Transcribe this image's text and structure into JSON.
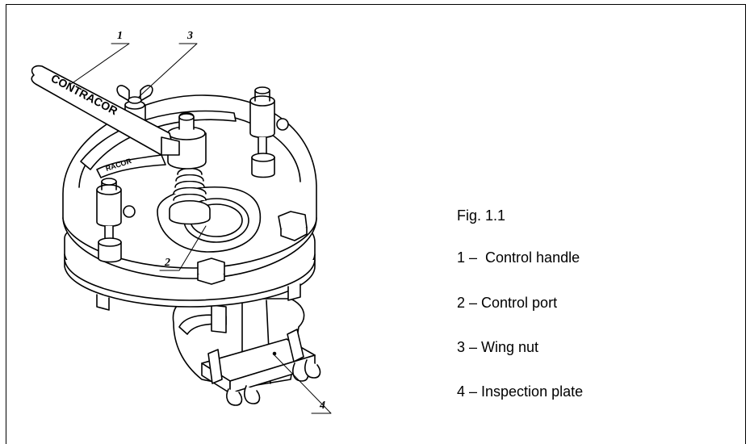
{
  "figure": {
    "label": "Fig. 1.1",
    "handle_text": "CONTRACOR",
    "handle_text_small": "RACOR"
  },
  "callouts": [
    {
      "number": "1"
    },
    {
      "number": "3"
    },
    {
      "number": "2"
    },
    {
      "number": "4"
    }
  ],
  "legend": [
    {
      "text": "1 –  Control handle"
    },
    {
      "text": "2 – Control port"
    },
    {
      "text": "3 – Wing nut"
    },
    {
      "text": "4 – Inspection plate"
    }
  ]
}
